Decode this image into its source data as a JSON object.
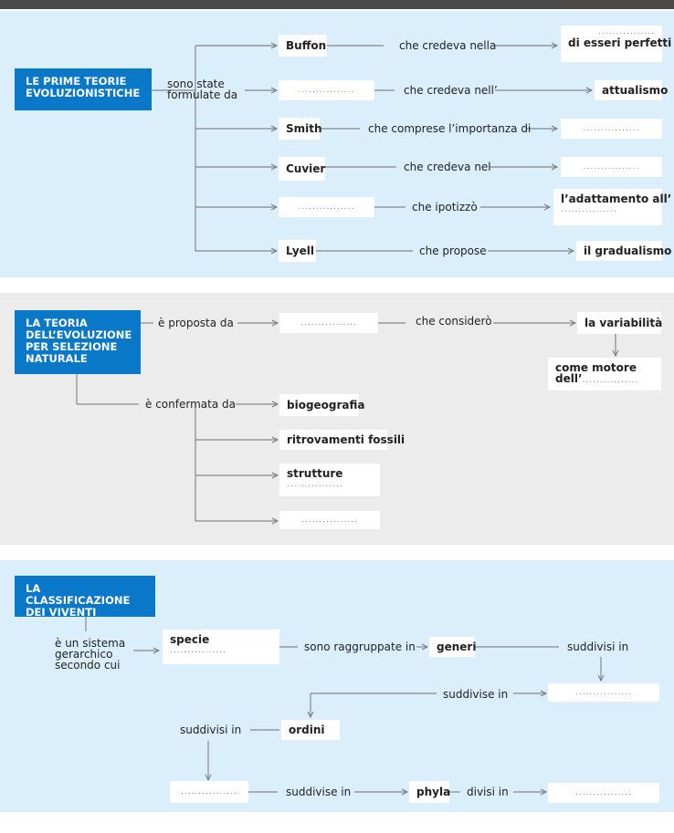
{
  "section1": {
    "title_line1": "LE PRIME TEORIE",
    "title_line2": "EVOLUZIONISTICHE",
    "connector_line1": "sono state",
    "connector_line2": "formulate da",
    "rows": [
      {
        "who": "Buffon",
        "verb": "che credeva nella",
        "result": "di esseri perfetti"
      },
      {
        "who": "",
        "verb": "che credeva nell’",
        "result": "attualismo"
      },
      {
        "who": "Smith",
        "verb": "che comprese l’importanza di",
        "result": ""
      },
      {
        "who": "Cuvier",
        "verb": "che credeva nel",
        "result": ""
      },
      {
        "who": "",
        "verb": "che ipotizzò",
        "result": "l’adattamento all’"
      },
      {
        "who": "Lyell",
        "verb": "che propose",
        "result": "il gradualismo"
      }
    ]
  },
  "section2": {
    "title_line1": "LA TEORIA",
    "title_line2": "DELL’EVOLUZIONE",
    "title_line3": "PER SELEZIONE",
    "title_line4": "NATURALE",
    "proposed_by": "è proposta da",
    "considered": "che considerò",
    "variability": "la variabilità",
    "motor_line1": "come motore",
    "motor_line2": "dell’",
    "confirmed_by": "è confermata da",
    "evidence": [
      "biogeografia",
      "ritrovamenti fossili",
      "strutture",
      ""
    ]
  },
  "section3": {
    "title_line1": "LA CLASSIFICAZIONE",
    "title_line2": "DEI VIVENTI",
    "system_line1": "è un sistema",
    "system_line2": "gerarchico",
    "system_line3": "secondo cui",
    "species": "specie",
    "grouped_in": "sono raggruppate in",
    "genera": "generi",
    "divided_in_1": "suddivisi in",
    "divided_in_2": "suddivise in",
    "divided_in_3": "suddivisi in",
    "orders": "ordini",
    "divided_in_4": "suddivise in",
    "phyla": "phyla",
    "divided_in_5": "divisi in"
  },
  "blank_placeholder": "................"
}
